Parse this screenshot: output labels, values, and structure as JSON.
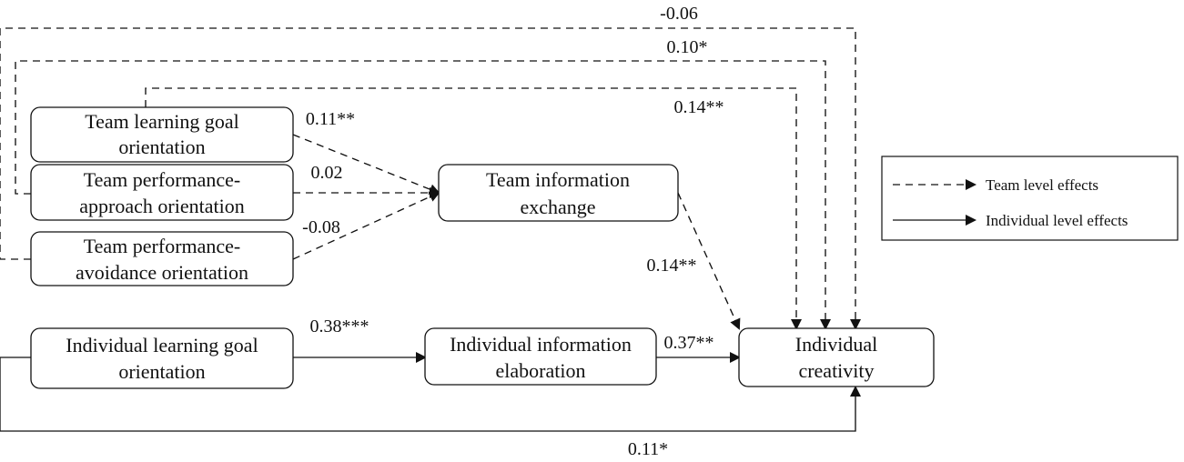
{
  "diagram": {
    "nodes": {
      "team_learning": {
        "line1": "Team learning goal",
        "line2": "orientation"
      },
      "team_performance_approach": {
        "line1": "Team performance-",
        "line2": "approach orientation"
      },
      "team_performance_avoidance": {
        "line1": "Team performance-",
        "line2": "avoidance orientation"
      },
      "team_information_exchange": {
        "line1": "Team information",
        "line2": "exchange"
      },
      "individual_learning": {
        "line1": "Individual learning goal",
        "line2": "orientation"
      },
      "individual_information_elaboration": {
        "line1": "Individual information",
        "line2": "elaboration"
      },
      "individual_creativity": {
        "line1": "Individual",
        "line2": "creativity"
      }
    },
    "coefficients": {
      "team_avoidance_to_creativity": "-0.06",
      "team_approach_to_creativity": "0.10*",
      "team_learning_to_creativity": "0.14**",
      "team_learning_to_exchange": "0.11**",
      "team_approach_to_exchange": "0.02",
      "team_avoidance_to_exchange": "-0.08",
      "exchange_to_creativity": "0.14**",
      "individual_learning_to_elaboration": "0.38***",
      "elaboration_to_creativity": "0.37**",
      "individual_learning_to_creativity": "0.11*"
    },
    "edges": [
      {
        "id": "team_avoidance_to_creativity",
        "from": "Team performance-avoidance orientation",
        "to": "Individual creativity",
        "style": "dashed",
        "coefficient": "-0.06"
      },
      {
        "id": "team_approach_to_creativity",
        "from": "Team performance-approach orientation",
        "to": "Individual creativity",
        "style": "dashed",
        "coefficient": "0.10*"
      },
      {
        "id": "team_learning_to_creativity",
        "from": "Team learning goal orientation",
        "to": "Individual creativity",
        "style": "dashed",
        "coefficient": "0.14**"
      },
      {
        "id": "team_learning_to_exchange",
        "from": "Team learning goal orientation",
        "to": "Team information exchange",
        "style": "dashed",
        "coefficient": "0.11**"
      },
      {
        "id": "team_approach_to_exchange",
        "from": "Team performance-approach orientation",
        "to": "Team information exchange",
        "style": "dashed",
        "coefficient": "0.02"
      },
      {
        "id": "team_avoidance_to_exchange",
        "from": "Team performance-avoidance orientation",
        "to": "Team information exchange",
        "style": "dashed",
        "coefficient": "-0.08"
      },
      {
        "id": "exchange_to_creativity",
        "from": "Team information exchange",
        "to": "Individual creativity",
        "style": "dashed",
        "coefficient": "0.14**"
      },
      {
        "id": "individual_learning_to_elaboration",
        "from": "Individual learning goal orientation",
        "to": "Individual information elaboration",
        "style": "solid",
        "coefficient": "0.38***"
      },
      {
        "id": "elaboration_to_creativity",
        "from": "Individual information elaboration",
        "to": "Individual creativity",
        "style": "solid",
        "coefficient": "0.37**"
      },
      {
        "id": "individual_learning_to_creativity",
        "from": "Individual learning goal orientation",
        "to": "Individual creativity",
        "style": "solid",
        "coefficient": "0.11*"
      }
    ],
    "legend": {
      "team_level_effects": "Team level effects",
      "individual_level_effects": "Individual level effects"
    },
    "colors": {
      "stroke": "#111111",
      "background": "#ffffff"
    }
  }
}
